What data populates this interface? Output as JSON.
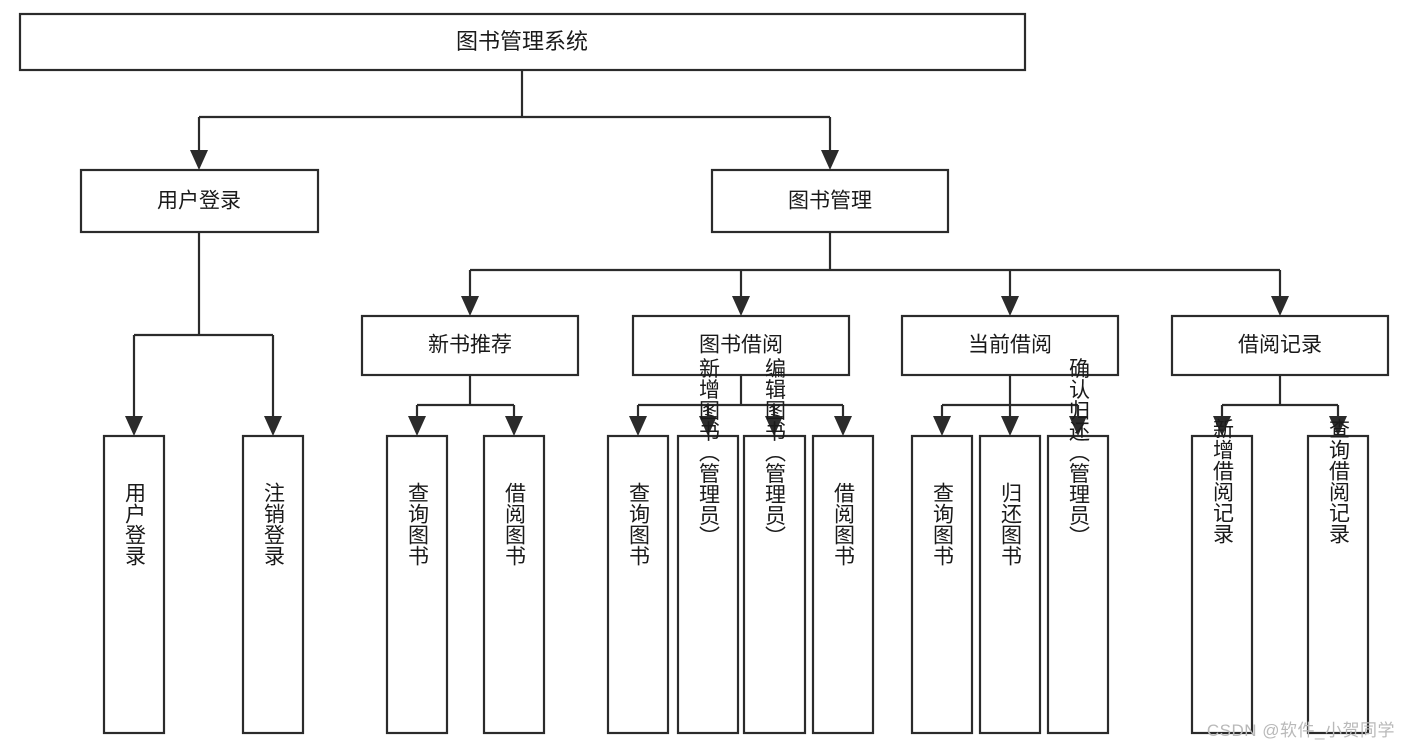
{
  "diagram": {
    "type": "tree-hierarchy-chart",
    "title": "图书管理系统",
    "watermark": "CSDN @软件_小贺同学",
    "colors": {
      "stroke": "#2b2b2b",
      "fill": "#ffffff",
      "text": "#1a1a1a",
      "watermark": "#b9b9b9",
      "background": "#ffffff"
    },
    "levels": [
      {
        "level": 1,
        "nodes": [
          {
            "id": "root",
            "label": "图书管理系统"
          }
        ]
      },
      {
        "level": 2,
        "nodes": [
          {
            "id": "user-login",
            "label": "用户登录",
            "parent": "root"
          },
          {
            "id": "book-mgmt",
            "label": "图书管理",
            "parent": "root"
          }
        ]
      },
      {
        "level": 3,
        "nodes": [
          {
            "id": "new-book-rec",
            "label": "新书推荐",
            "parent": "book-mgmt"
          },
          {
            "id": "book-borrow",
            "label": "图书借阅",
            "parent": "book-mgmt"
          },
          {
            "id": "current-borrow",
            "label": "当前借阅",
            "parent": "book-mgmt"
          },
          {
            "id": "borrow-record",
            "label": "借阅记录",
            "parent": "book-mgmt"
          }
        ]
      },
      {
        "level": 4,
        "nodes": [
          {
            "id": "leaf-user-login",
            "label": "用户登录",
            "parent": "user-login"
          },
          {
            "id": "leaf-logout",
            "label": "注销登录",
            "parent": "user-login"
          },
          {
            "id": "leaf-query-book-1",
            "label": "查询图书",
            "parent": "new-book-rec"
          },
          {
            "id": "leaf-borrow-book-1",
            "label": "借阅图书",
            "parent": "new-book-rec"
          },
          {
            "id": "leaf-query-book-2",
            "label": "查询图书",
            "parent": "book-borrow"
          },
          {
            "id": "leaf-add-book",
            "label": "新增图书（管理员）",
            "parent": "book-borrow"
          },
          {
            "id": "leaf-edit-book",
            "label": "编辑图书（管理员）",
            "parent": "book-borrow"
          },
          {
            "id": "leaf-borrow-book-2",
            "label": "借阅图书",
            "parent": "book-borrow"
          },
          {
            "id": "leaf-query-book-3",
            "label": "查询图书",
            "parent": "current-borrow"
          },
          {
            "id": "leaf-return-book",
            "label": "归还图书",
            "parent": "current-borrow"
          },
          {
            "id": "leaf-confirm-return",
            "label": "确认归还（管理员）",
            "parent": "current-borrow"
          },
          {
            "id": "leaf-add-record",
            "label": "新增借阅记录",
            "parent": "borrow-record"
          },
          {
            "id": "leaf-query-record",
            "label": "查询借阅记录",
            "parent": "borrow-record"
          }
        ]
      }
    ]
  }
}
